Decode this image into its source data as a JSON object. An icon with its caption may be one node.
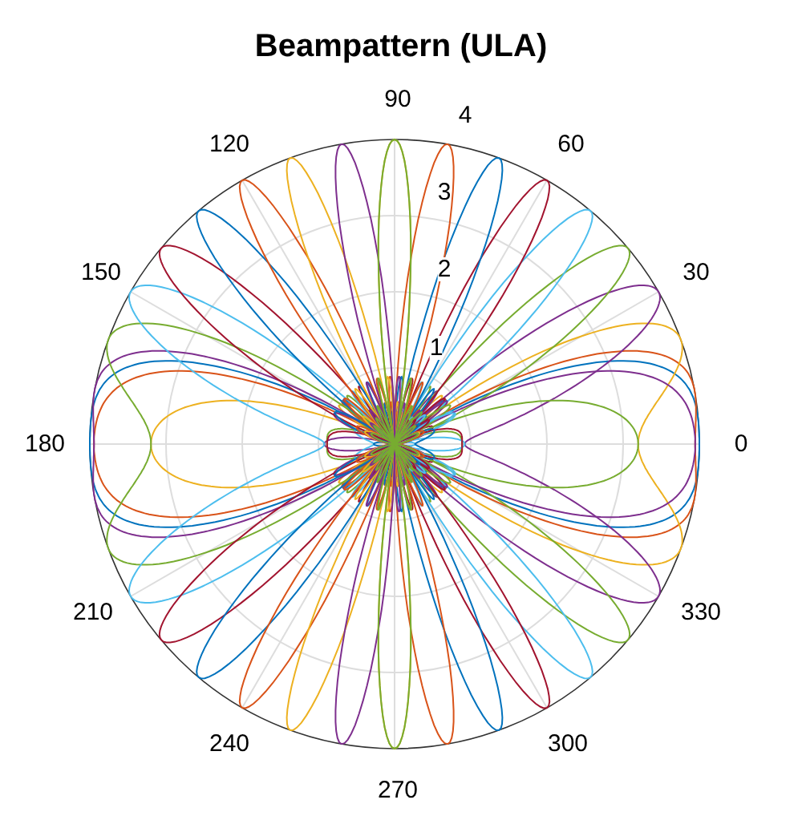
{
  "diagram": {
    "title": "Beampattern (ULA)",
    "labels": [
      "90",
      "4",
      "120",
      "60",
      "3",
      "150",
      "2",
      "30",
      "1",
      "180",
      "0",
      "210",
      "330",
      "240",
      "300",
      "270"
    ]
  }
}
